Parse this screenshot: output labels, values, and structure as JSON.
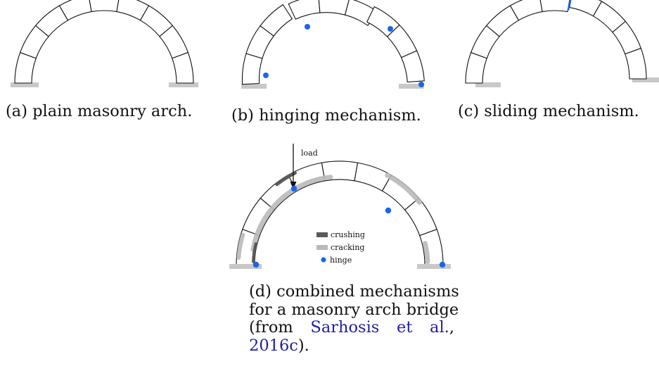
{
  "colors": {
    "voussoir_stroke": "#111111",
    "abutment": "#c8c8c8",
    "hinge": "#1a66e6",
    "sliding_joint": "#1a66e6",
    "crushing": "#5a5a5a",
    "cracking": "#b9b9b9",
    "citation_link": "#1f1fa0"
  },
  "panels": {
    "a": {
      "caption": "(a) plain masonry arch."
    },
    "b": {
      "caption": "(b) hinging mechanism."
    },
    "c": {
      "caption": "(c) sliding mechanism."
    },
    "d": {
      "caption_line1": "(d) combined mechanisms",
      "caption_line2": "for a masonry arch bridge",
      "caption_from": "(from",
      "caption_cite_a": "Sarhosis",
      "caption_cite_b": "et",
      "caption_cite_c": "al.",
      "caption_comma": ",",
      "caption_cite_year": "2016c",
      "caption_end": ")."
    }
  },
  "legend": {
    "crushing": "crushing",
    "cracking": "cracking",
    "hinge": "hinge"
  },
  "load_label": "load",
  "icons": [
    "hinge-dot-icon",
    "load-arrow-icon",
    "abutment-icon"
  ]
}
